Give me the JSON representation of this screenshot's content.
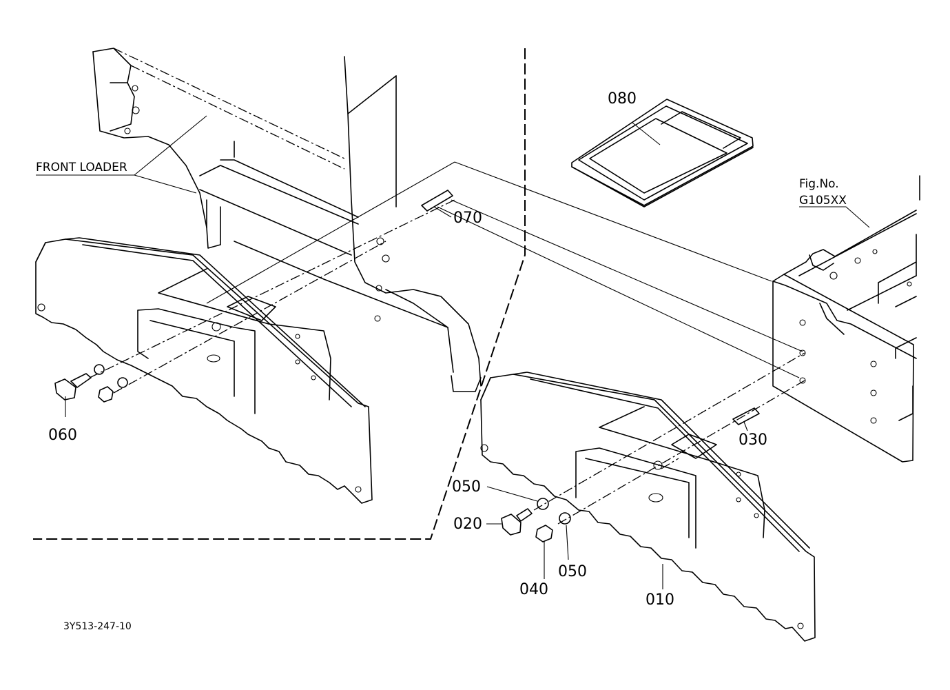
{
  "callouts": {
    "p010": "010",
    "p020": "020",
    "p030": "030",
    "p040": "040",
    "p050a": "050",
    "p050b": "050",
    "p060": "060",
    "p070": "070",
    "p080": "080"
  },
  "annotations": {
    "front_loader": "FRONT LOADER",
    "fig_no_label": "Fig.No.",
    "fig_no_value": "G105XX"
  },
  "drawing_code": "3Y513-247-10"
}
